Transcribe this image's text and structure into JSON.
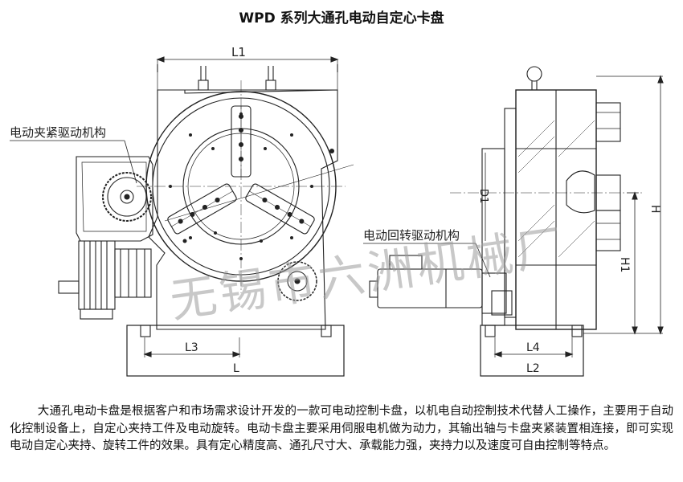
{
  "title": "WPD 系列大通孔电动自定心卡盘",
  "labels": {
    "clamp_drive": "电动夹紧驱动机构",
    "rotary_drive": "电动回转驱动机构",
    "watermark": "无锡市六洲机械厂"
  },
  "dimensions": {
    "L1": "L1",
    "L3": "L3",
    "L": "L",
    "L4": "L4",
    "L2": "L2",
    "D1": "D1",
    "H": "H",
    "H1": "H1"
  },
  "description": "大通孔电动卡盘是根据客户和市场需求设计开发的一款可电动控制卡盘，以机电自动控制技术代替人工操作，主要用于自动化控制设备上，自定心夹持工件及电动旋转。电动卡盘主要采用伺服电机做为动力，其输出轴与卡盘夹紧装置相连接，即可实现电动自定心夹持、旋转工件的效果。具有定心精度高、通孔尺寸大、承载能力强，夹持力以及速度可自由控制等特点。"
}
